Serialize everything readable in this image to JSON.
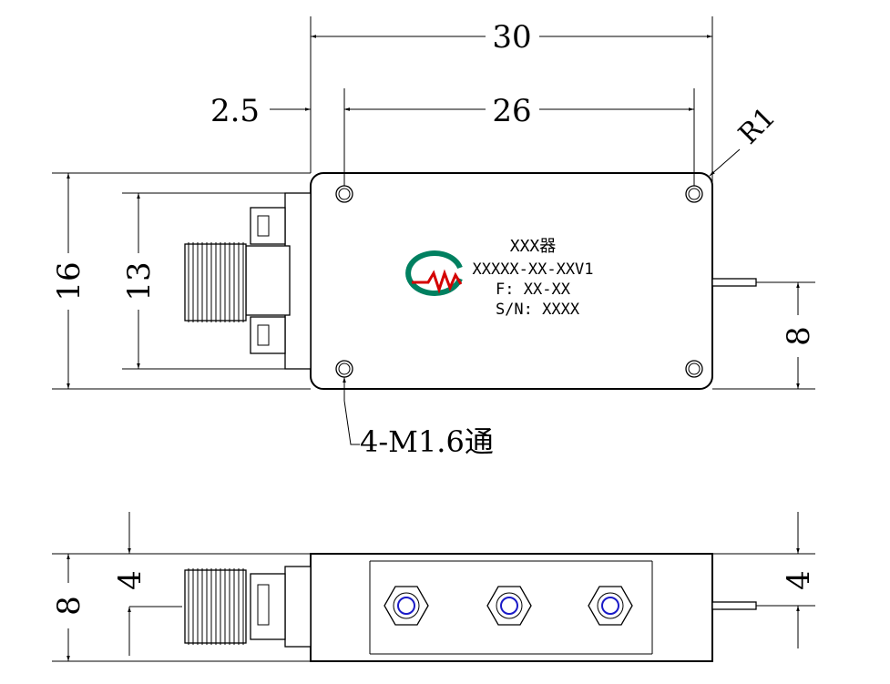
{
  "dimensions": {
    "width_total": "30",
    "hole_spacing": "26",
    "offset_left": "2.5",
    "corner_radius": "R1",
    "height_total": "16",
    "connector_height": "13",
    "pin_height": "8",
    "mount_holes": "4-M1.6通",
    "side_height": "8",
    "side_connector": "4",
    "side_pin": "4"
  },
  "label": {
    "title": "XXX器",
    "model": "XXXXX-XX-XXV1",
    "freq": "F: XX-XX",
    "serial": "S/N: XXXX"
  },
  "colors": {
    "logo_ring": "#008060",
    "logo_wave": "#d40000",
    "tuning_ring": "#1a1ac8"
  }
}
